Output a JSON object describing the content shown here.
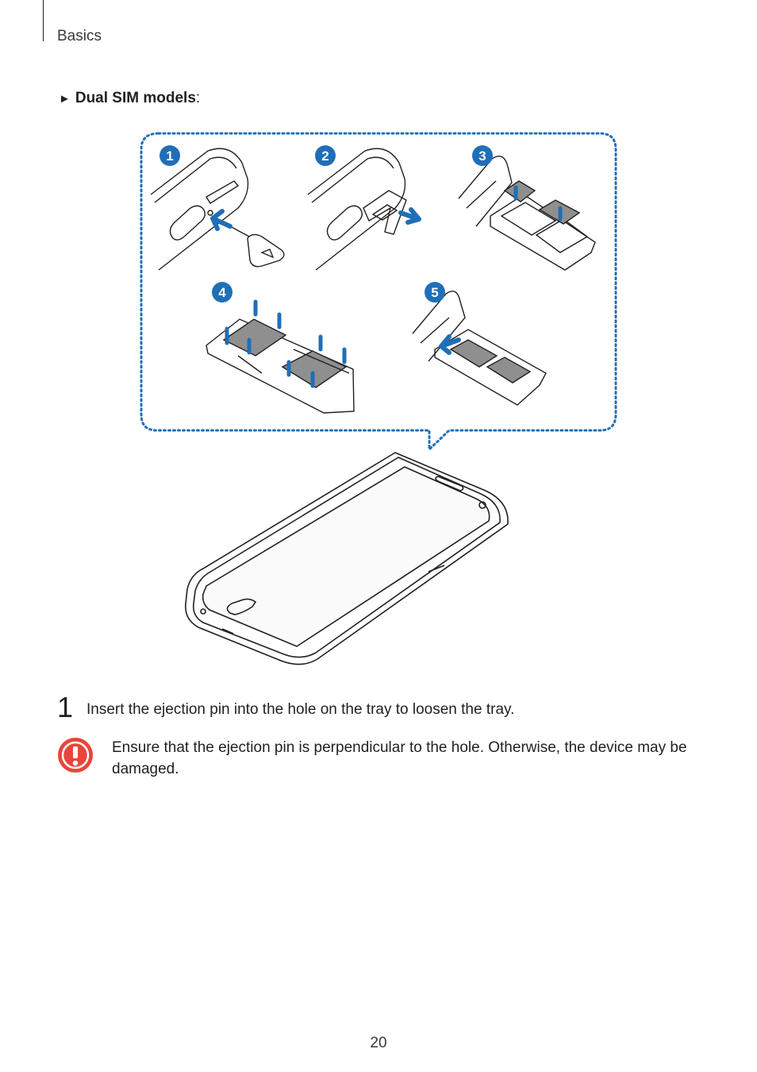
{
  "header": {
    "section": "Basics"
  },
  "subheading": {
    "arrow": "►",
    "bold": "Dual SIM models",
    "suffix": ":"
  },
  "figure": {
    "callout_steps": [
      "1",
      "2",
      "3",
      "4",
      "5"
    ],
    "accent_color": "#1f6fb7",
    "icons": [
      "ejection-pin-icon",
      "sim-tray-icon",
      "nano-sim-card-icon",
      "smartphone-icon"
    ]
  },
  "step1": {
    "number": "1",
    "text": "Insert the ejection pin into the hole on the tray to loosen the tray."
  },
  "caution": {
    "icon": "caution-exclamation-icon",
    "color": "#e8463b",
    "text": "Ensure that the ejection pin is perpendicular to the hole. Otherwise, the device may be damaged."
  },
  "footer": {
    "page_number": "20"
  }
}
